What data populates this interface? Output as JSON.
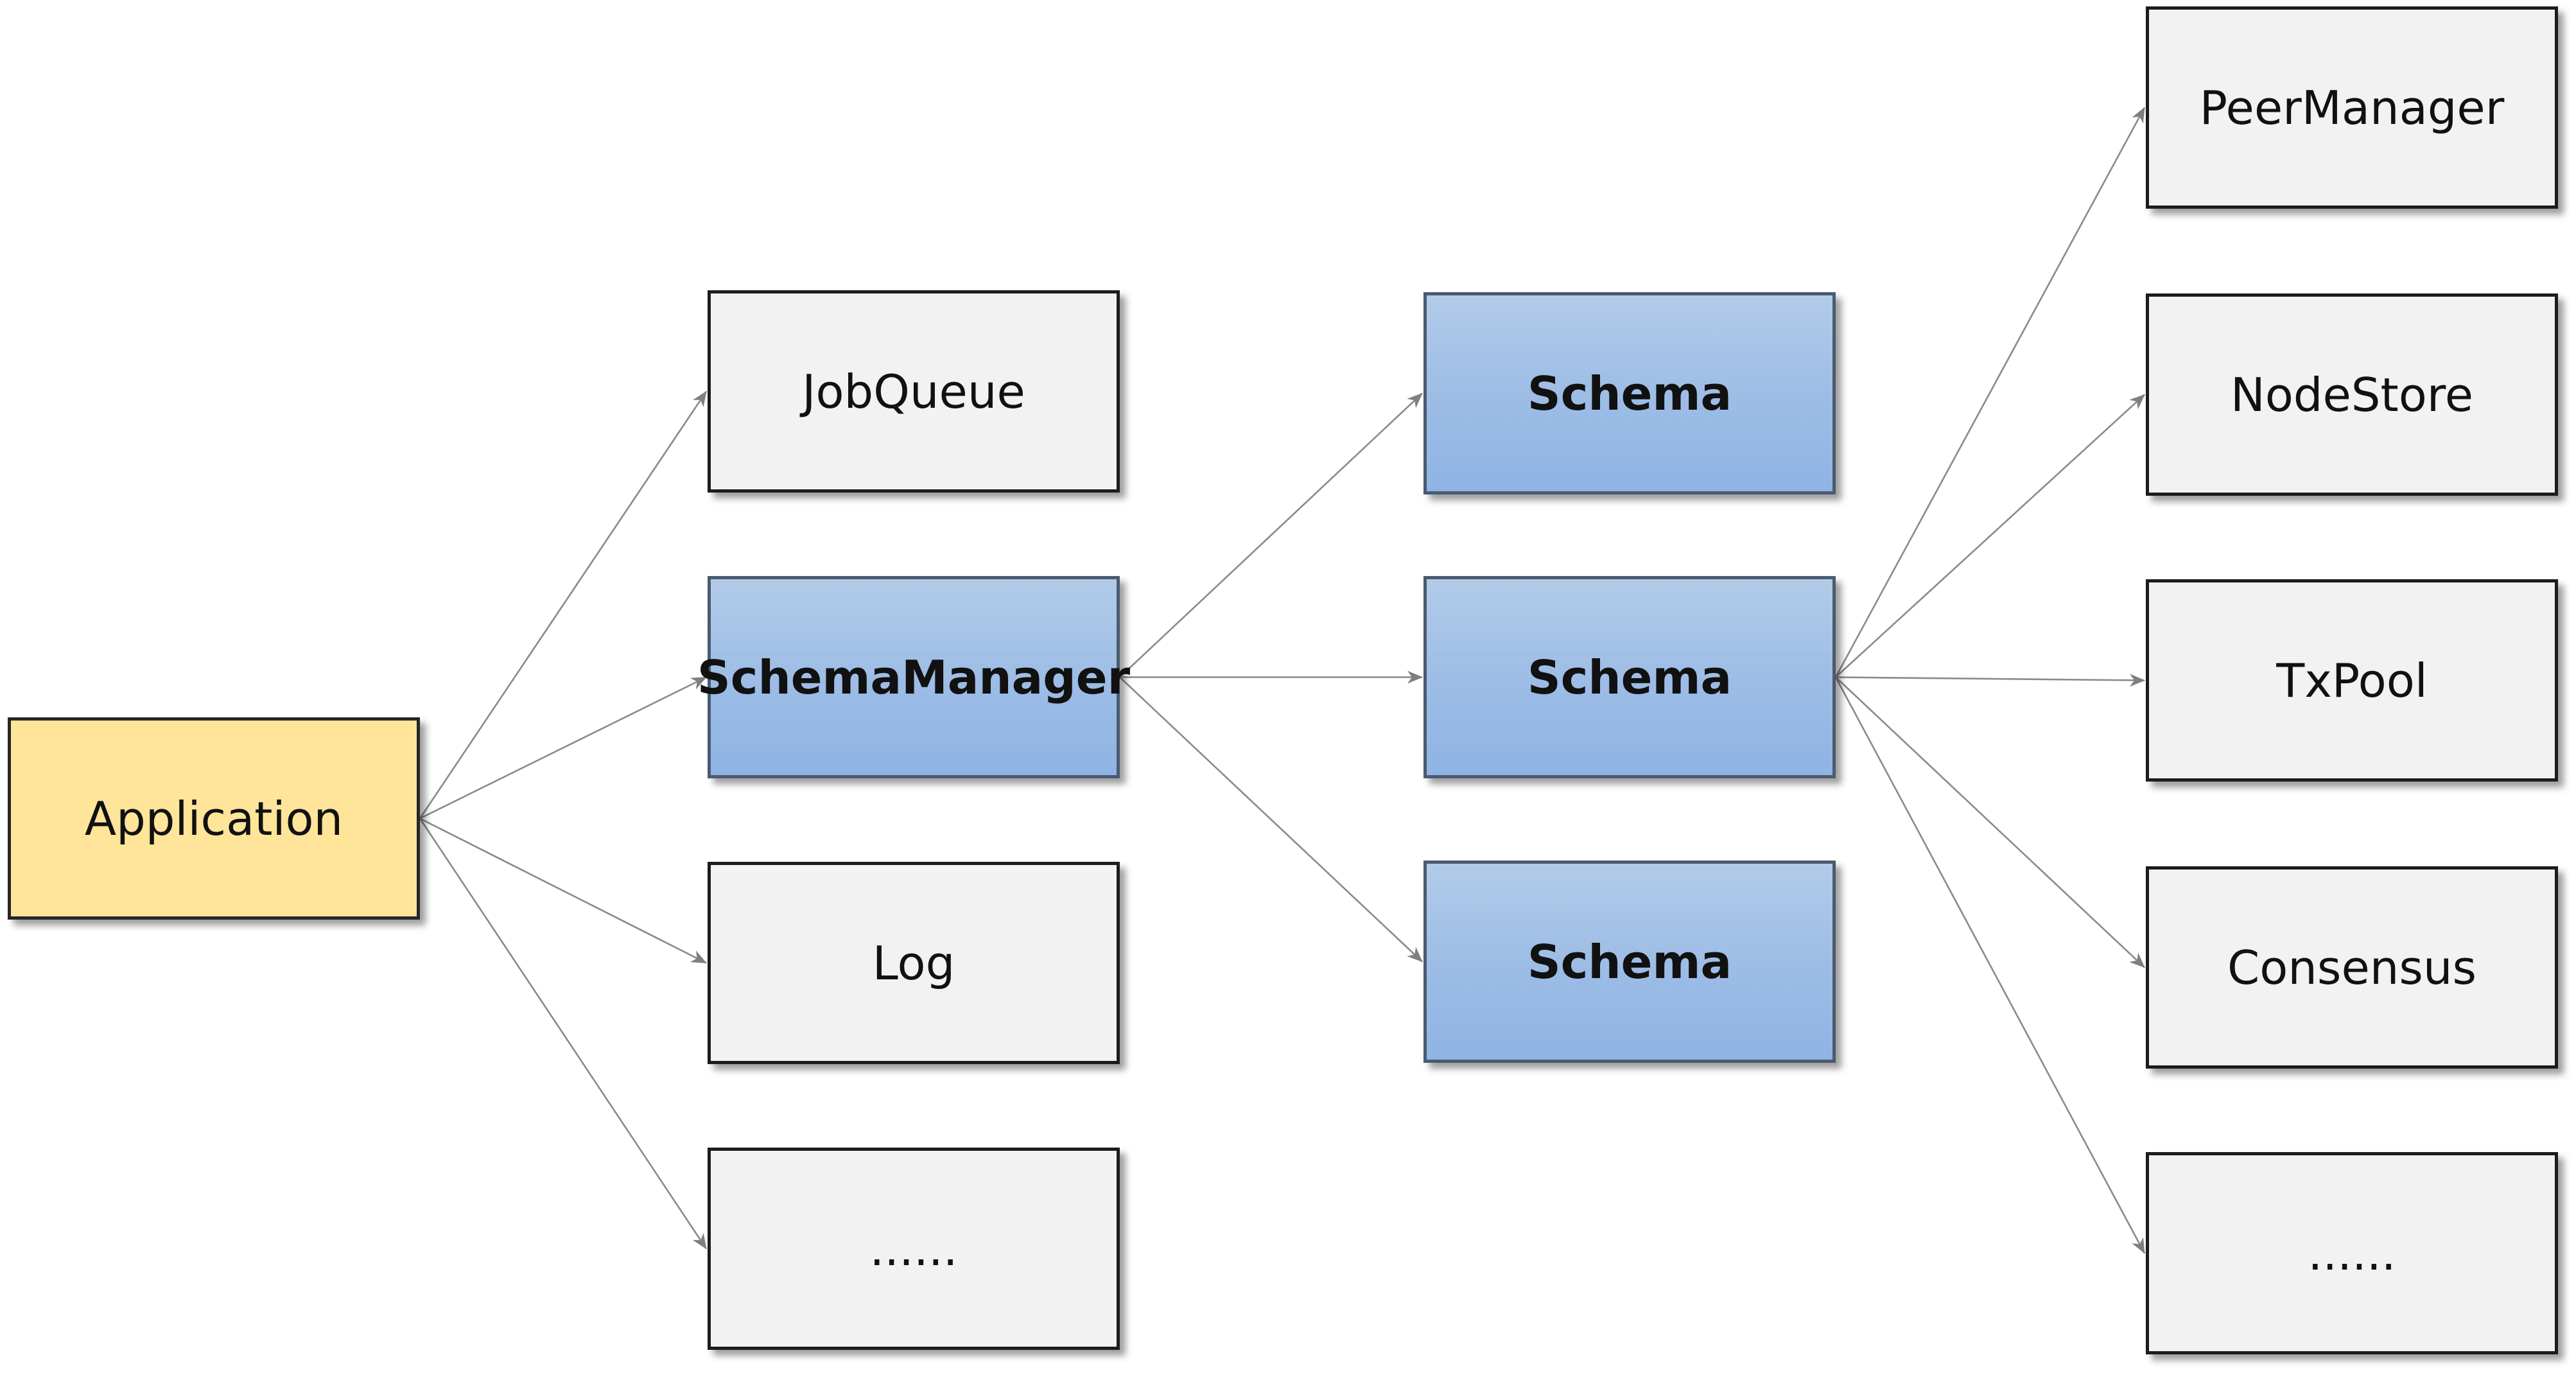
{
  "nodes": {
    "application": "Application",
    "jobqueue": "JobQueue",
    "schemamanager": "SchemaManager",
    "log": "Log",
    "more_mid": "......",
    "schema_1": "Schema",
    "schema_2": "Schema",
    "schema_3": "Schema",
    "peermanager": "PeerManager",
    "nodestore": "NodeStore",
    "txpool": "TxPool",
    "consensus": "Consensus",
    "more_right": "......"
  },
  "edges": [
    [
      "application",
      "jobqueue"
    ],
    [
      "application",
      "schemamanager"
    ],
    [
      "application",
      "log"
    ],
    [
      "application",
      "more_mid"
    ],
    [
      "schemamanager",
      "schema_1"
    ],
    [
      "schemamanager",
      "schema_2"
    ],
    [
      "schemamanager",
      "schema_3"
    ],
    [
      "schema_2",
      "peermanager"
    ],
    [
      "schema_2",
      "nodestore"
    ],
    [
      "schema_2",
      "txpool"
    ],
    [
      "schema_2",
      "consensus"
    ],
    [
      "schema_2",
      "more_right"
    ]
  ],
  "colors": {
    "application_fill": "#fee599",
    "default_fill": "#f2f2f2",
    "highlight_fill": "#9cbce6",
    "edge": "#8a8a8a"
  }
}
